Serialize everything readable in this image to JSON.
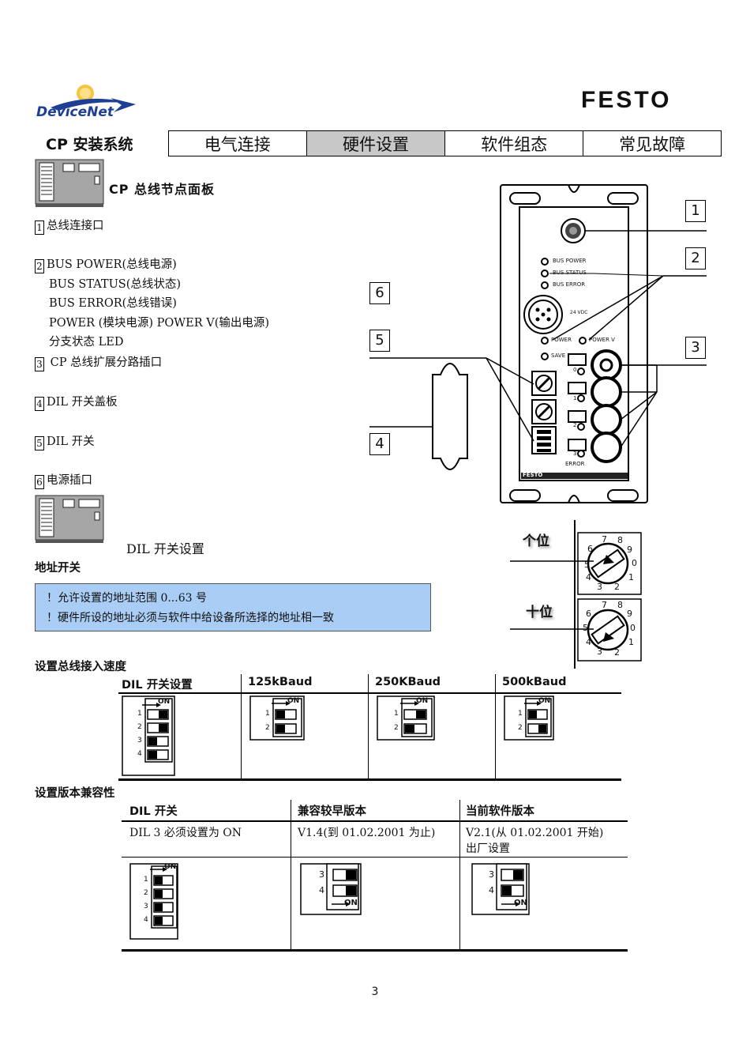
{
  "header": {
    "devicenet_logo": "DeviceNet",
    "festo_logo": "FESTO"
  },
  "nav": {
    "section": "CP 安装系统",
    "tabs": [
      "电气连接",
      "硬件设置",
      "软件组态",
      "常见故障"
    ]
  },
  "panel": {
    "title": "CP 总线节点面板",
    "items": [
      {
        "num": "1",
        "lines": [
          "总线连接口"
        ]
      },
      {
        "num": "2",
        "lines": [
          "BUS POWER(总线电源)",
          "BUS STATUS(总线状态)",
          "BUS ERROR(总线错误)",
          "POWER (模块电源) POWER V(输出电源)",
          "分支状态 LED"
        ]
      },
      {
        "num": "3",
        "lines": [
          "CP 总线扩展分路插口"
        ]
      },
      {
        "num": "4",
        "lines": [
          "DIL 开关盖板"
        ]
      },
      {
        "num": "5",
        "lines": [
          "DIL 开关"
        ]
      },
      {
        "num": "6",
        "lines": [
          "电源插口"
        ]
      }
    ]
  },
  "diagram": {
    "callouts": [
      "1",
      "2",
      "3",
      "4",
      "5",
      "6"
    ],
    "led_labels": [
      "BUS POWER",
      "BUS STATUS",
      "BUS ERROR"
    ],
    "voltage": "24 VDC",
    "power": "POWER",
    "power_v": "POWER V",
    "save": "SAVE",
    "error": "ERROR",
    "branch_nums": [
      "0",
      "1",
      "2",
      "3"
    ],
    "brand": "FESTO"
  },
  "dil_section": {
    "title": "DIL 开关设置",
    "address_heading": "地址开关",
    "notes": [
      "！允许设置的地址范围 0...63 号",
      "！硬件所设的地址必须与软件中给设备所选择的地址相一致"
    ],
    "dial_ones": "个位",
    "dial_tens": "十位",
    "dial_digits": [
      "0",
      "1",
      "2",
      "3",
      "4",
      "5",
      "6",
      "7",
      "8",
      "9"
    ]
  },
  "baud": {
    "heading": "设置总线接入速度",
    "columns": [
      "DIL 开关设置",
      "125kBaud",
      "250KBaud",
      "500kBaud"
    ],
    "on_label": "ON"
  },
  "version": {
    "heading": "设置版本兼容性",
    "columns": [
      "DIL 开关",
      "兼容较早版本",
      "当前软件版本"
    ],
    "row": [
      "DIL 3 必须设置为 ON",
      "V1.4(到 01.02.2001 为止)",
      "V2.1(从 01.02.2001 开始)"
    ],
    "row_extra": "出厂设置",
    "on_label": "ON"
  },
  "page_number": "3"
}
